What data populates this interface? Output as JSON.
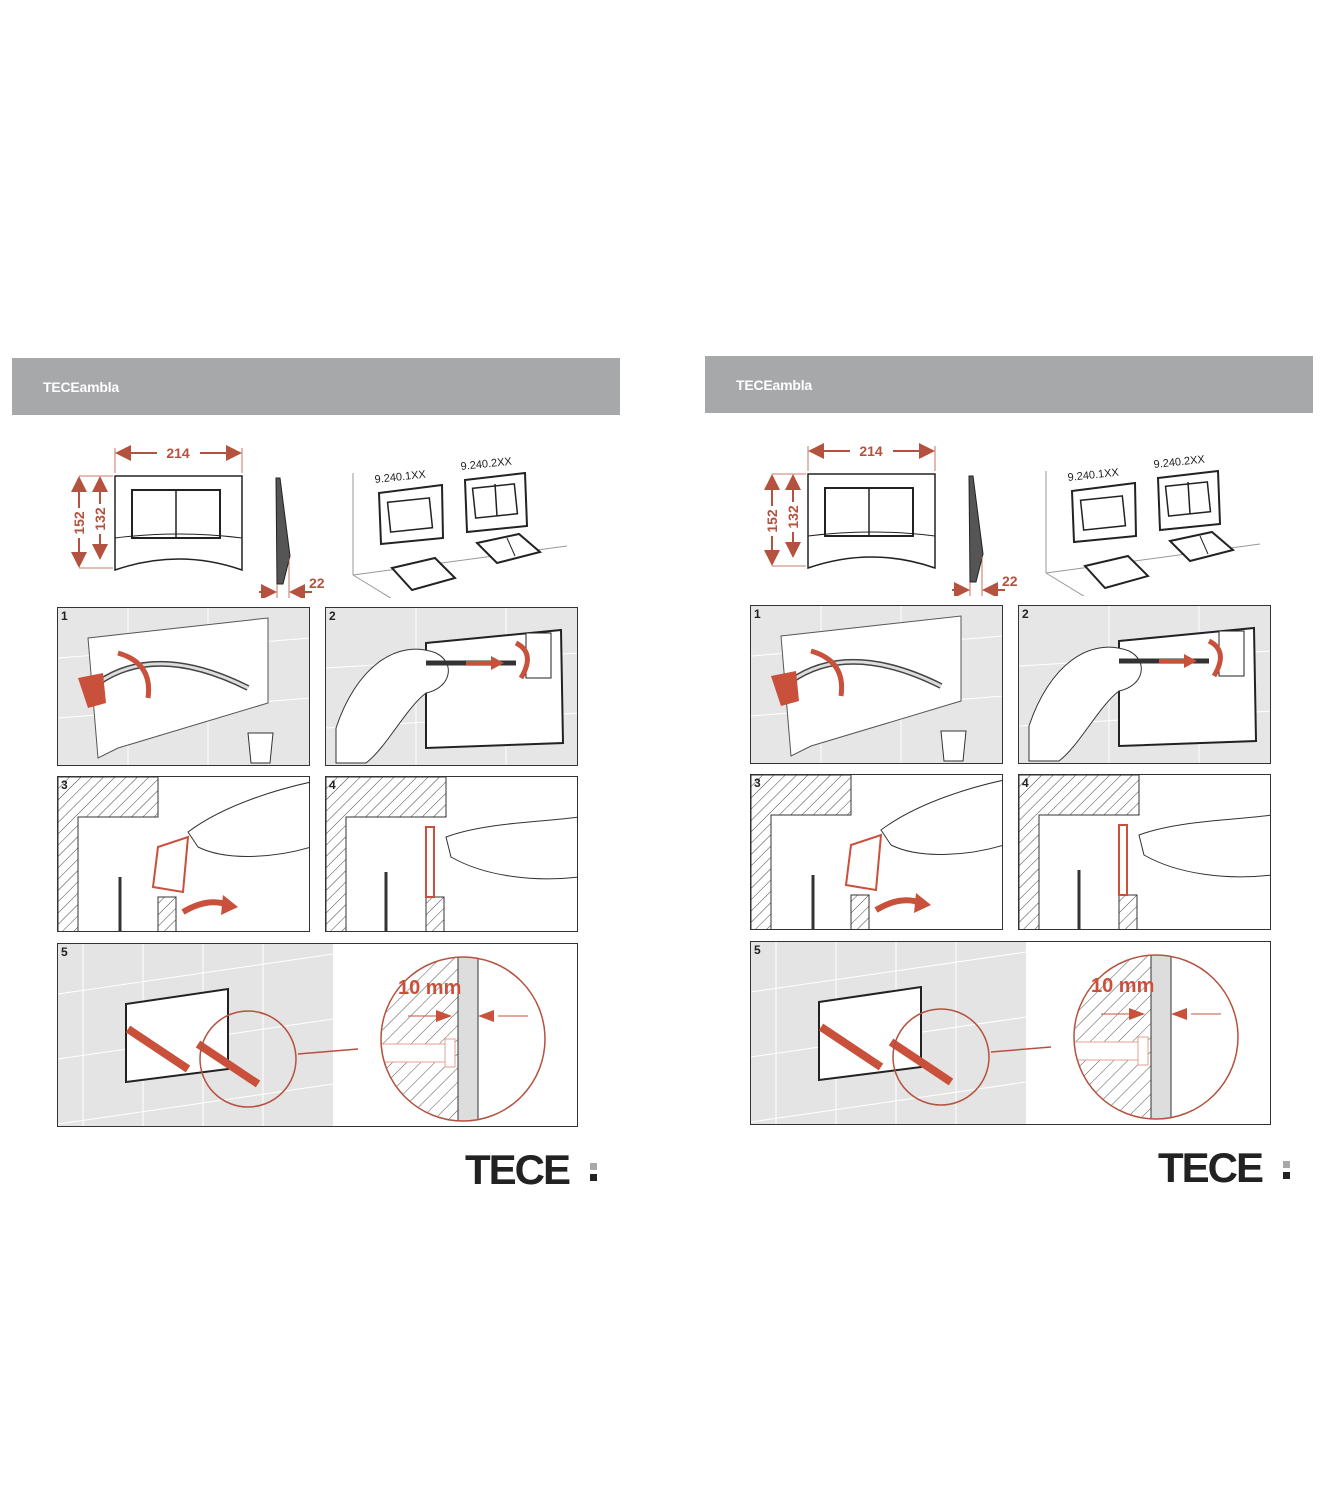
{
  "pages": [
    {
      "header": {
        "title": "TECEambla"
      },
      "dimensions": {
        "width": "214",
        "height_outer": "152",
        "height_inner": "132",
        "depth": "22"
      },
      "models": [
        "9.240.1XX",
        "9.240.2XX"
      ],
      "steps": [
        {
          "number": "1"
        },
        {
          "number": "2"
        },
        {
          "number": "3"
        },
        {
          "number": "4"
        },
        {
          "number": "5",
          "callout": "10 mm"
        }
      ],
      "logo": "TECE"
    },
    {
      "header": {
        "title": "TECEambla"
      },
      "dimensions": {
        "width": "214",
        "height_outer": "152",
        "height_inner": "132",
        "depth": "22"
      },
      "models": [
        "9.240.1XX",
        "9.240.2XX"
      ],
      "steps": [
        {
          "number": "1"
        },
        {
          "number": "2"
        },
        {
          "number": "3"
        },
        {
          "number": "4"
        },
        {
          "number": "5",
          "callout": "10 mm"
        }
      ],
      "logo": "TECE"
    }
  ],
  "colors": {
    "header": "#a7a8aa",
    "accent": "#c9503a",
    "dimension": "#b5523f",
    "logo_square_light": "#a7a8aa",
    "logo_square_dark": "#222222"
  }
}
